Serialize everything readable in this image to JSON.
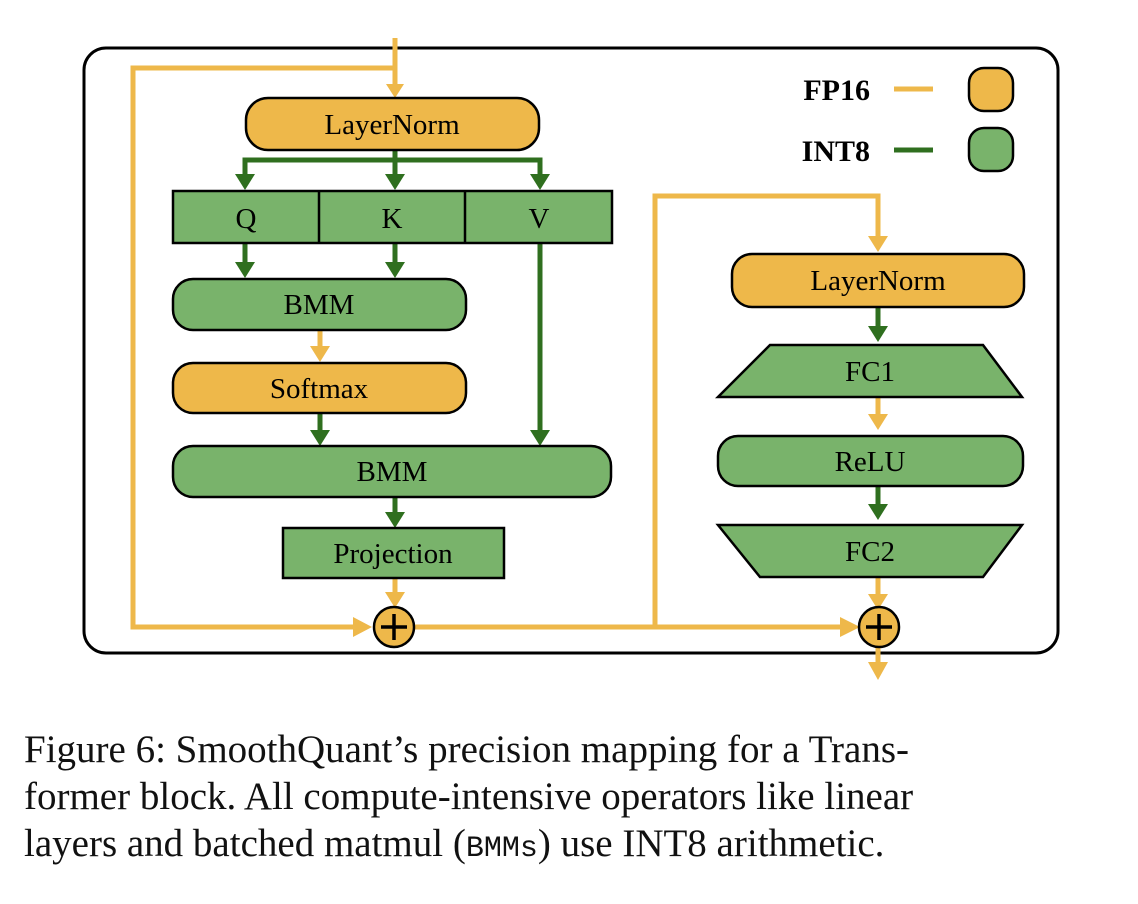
{
  "legend": {
    "items": [
      {
        "label": "FP16",
        "color": "#eeb84a",
        "line_color": "#eeb84a"
      },
      {
        "label": "INT8",
        "color": "#79b36b",
        "line_color": "#2f6f1f"
      }
    ]
  },
  "colors": {
    "fp16_fill": "#eeb84a",
    "int8_fill": "#79b36b",
    "fp16_arrow": "#eeb84a",
    "int8_arrow": "#2f6f1f",
    "stroke": "#000000"
  },
  "attention": {
    "layernorm": "LayerNorm",
    "q": "Q",
    "k": "K",
    "v": "V",
    "bmm1": "BMM",
    "softmax": "Softmax",
    "bmm2": "BMM",
    "projection": "Projection"
  },
  "ffn": {
    "layernorm": "LayerNorm",
    "fc1": "FC1",
    "relu": "ReLU",
    "fc2": "FC2"
  },
  "add_symbol": "+",
  "caption": {
    "line1": "Figure 6: SmoothQuant’s precision mapping for a Trans-",
    "line2": "former block. All compute-intensive operators like linear",
    "line3_a": "layers and batched matmul (",
    "line3_mono": "BMMs",
    "line3_b": ") use INT8 arithmetic."
  }
}
